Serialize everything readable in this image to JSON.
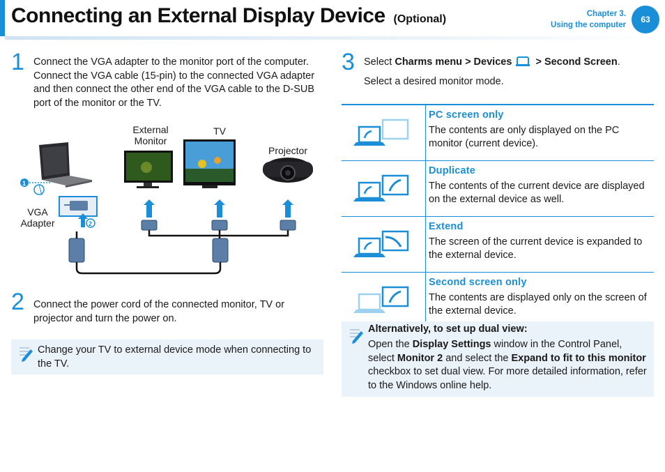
{
  "header": {
    "title": "Connecting an External Display Device",
    "title_suffix": "(Optional)",
    "chapter": "Chapter 3.",
    "section": "Using the computer",
    "page": "63"
  },
  "step1": {
    "number": "1",
    "text": "Connect the VGA adapter to the monitor port of the computer. Connect the VGA cable (15-pin) to the connected VGA adapter and then connect the other end of the VGA cable to the D-SUB port of the monitor or the TV."
  },
  "diagram": {
    "external_monitor": "External Monitor",
    "tv": "TV",
    "projector": "Projector",
    "vga_adapter": "VGA Adapter",
    "marker1": "1",
    "marker2": "2"
  },
  "step2": {
    "number": "2",
    "text": "Connect the power cord of the connected monitor, TV or projector and turn the power on."
  },
  "note1": {
    "text": "Change your TV to external device mode when connecting to the TV."
  },
  "step3": {
    "number": "3",
    "prefix": "Select ",
    "path1": "Charms menu > Devices",
    "path2": "> Second Screen",
    "suffix": ".",
    "line2": "Select a desired monitor mode."
  },
  "modes": [
    {
      "name": "PC screen only",
      "desc": "The contents are only displayed on the PC monitor (current device)."
    },
    {
      "name": "Duplicate",
      "desc": "The contents of the current device are displayed on the external device as well."
    },
    {
      "name": "Extend",
      "desc": "The screen of the current device is expanded to the external device."
    },
    {
      "name": "Second screen only",
      "desc": "The contents are displayed only on the screen of the external device."
    }
  ],
  "note2": {
    "heading": "Alternatively, to set up dual view:",
    "t1": "Open the ",
    "b1": "Display Settings",
    "t2": " window in the Control Panel, select ",
    "b2": "Monitor 2",
    "t3": " and select the ",
    "b3": "Expand to fit to this monitor",
    "t4": " checkbox to set dual view. For more detailed information, refer to the Windows online help."
  },
  "colors": {
    "accent": "#1a8fd8",
    "note_bg": "#eaf2fa"
  }
}
